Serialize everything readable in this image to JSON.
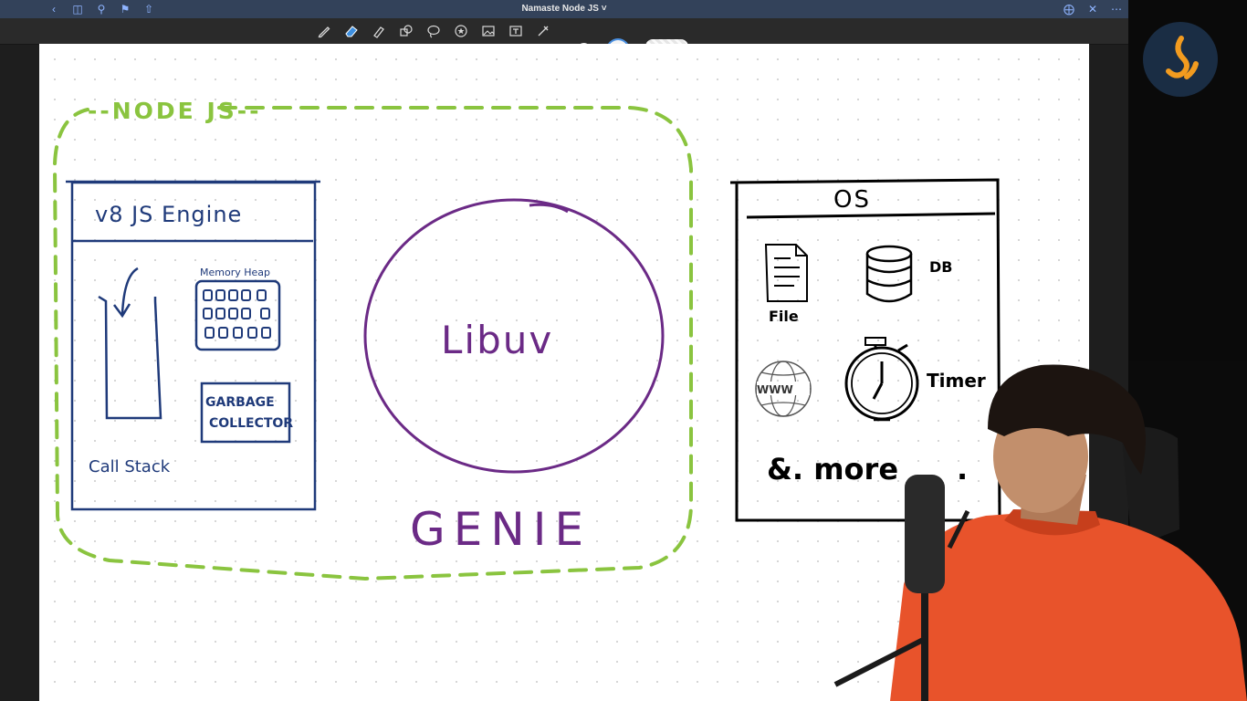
{
  "window": {
    "title": "Namaste Node JS"
  },
  "toolbar": {
    "tools": [
      "pen-icon",
      "eraser-icon",
      "highlighter-icon",
      "shapes-icon",
      "lasso-icon",
      "sticker-icon",
      "image-icon",
      "text-icon",
      "laser-icon"
    ]
  },
  "diagram": {
    "node_label": "--NODE JS--",
    "v8": {
      "title": "v8  JS  Engine",
      "memory_heap": "Memory Heap",
      "garbage_line1": "GARBAGE",
      "garbage_line2": "COLLECTOR",
      "call_stack": "Call Stack"
    },
    "libuv": "Libuv",
    "genie": "GENIE",
    "os": {
      "title": "OS",
      "file": "File",
      "db": "DB",
      "www": "WWW",
      "timer": "Timer",
      "more": "&. more",
      "more_tail": "."
    }
  },
  "colors": {
    "node_green": "#8ac43f",
    "v8_blue": "#1f3a7a",
    "libuv_purple": "#6b2a86",
    "titlebar": "#33425a",
    "shirt": "#e8532b"
  }
}
